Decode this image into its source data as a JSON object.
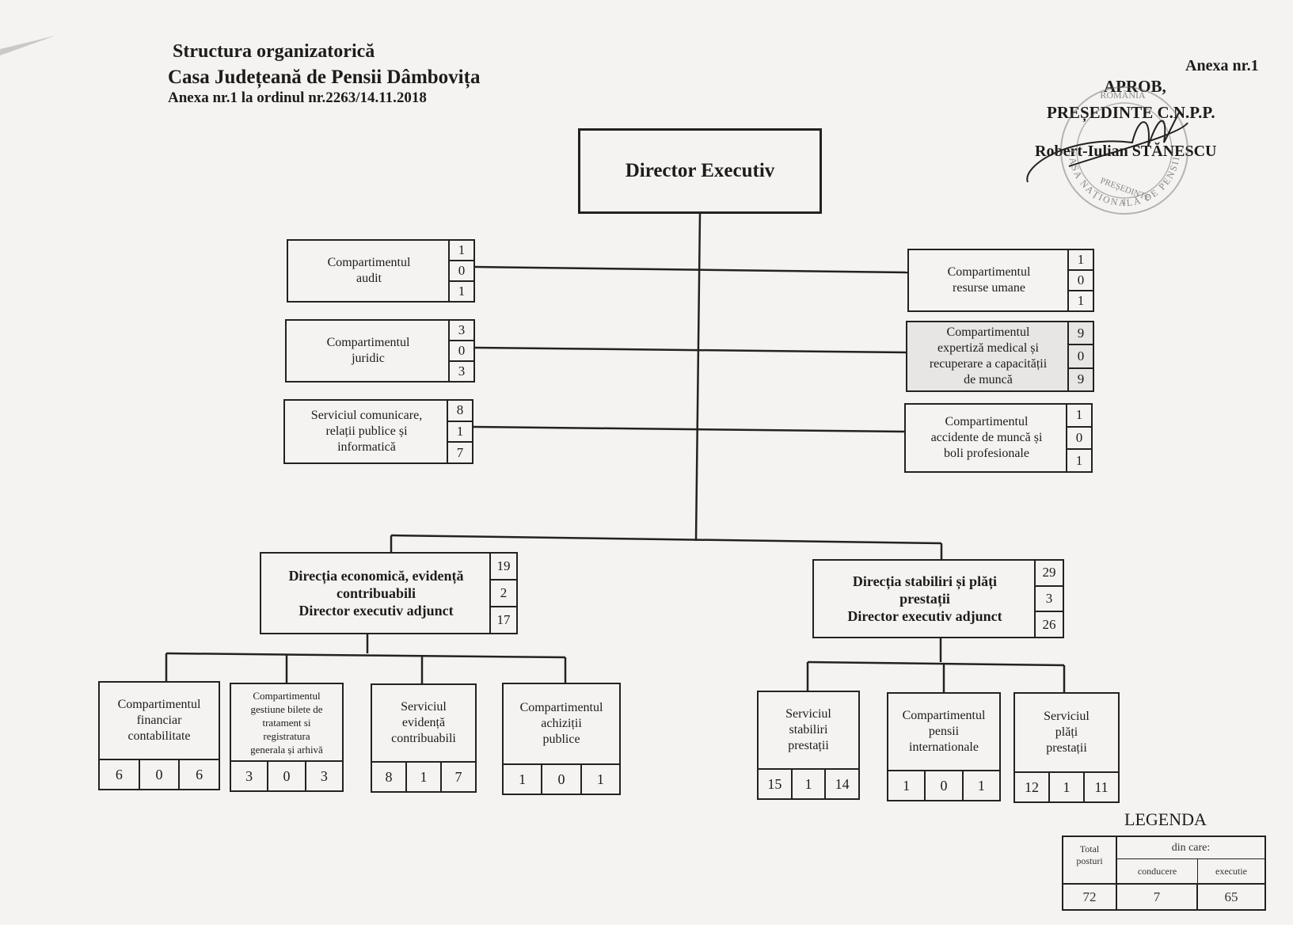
{
  "header": {
    "title": "Structura organizatorică",
    "institution": "Casa  Județeană  de Pensii Dâmbovița",
    "order": "Anexa nr.1  la ordinul nr.2263/14.11.2018"
  },
  "approval": {
    "annex": "Anexa nr.1",
    "approve": "APROB,",
    "role": "PREȘEDINTE C.N.P.P.",
    "name": "Robert-Iulian STĂNESCU"
  },
  "director": {
    "label": "Director Executiv"
  },
  "side_units": [
    {
      "label": "Compartimentul\naudit",
      "numbers": [
        "1",
        "0",
        "1"
      ]
    },
    {
      "label": "Compartimentul\njuridic",
      "numbers": [
        "3",
        "0",
        "3"
      ]
    },
    {
      "label": "Serviciul comunicare,\nrelații publice și\ninformatică",
      "numbers": [
        "8",
        "1",
        "7"
      ]
    },
    {
      "label": "Compartimentul\nresurse umane",
      "numbers": [
        "1",
        "0",
        "1"
      ]
    },
    {
      "label": "Compartimentul\nexpertiză medical și\nrecuperare a capacității\nde muncă",
      "numbers": [
        "9",
        "0",
        "9"
      ]
    },
    {
      "label": "Compartimentul\naccidente de muncă și\nboli profesionale",
      "numbers": [
        "1",
        "0",
        "1"
      ]
    }
  ],
  "directorates": [
    {
      "label": "Direcția economică, evidență\ncontribuabili\nDirector executiv adjunct",
      "numbers": [
        "19",
        "2",
        "17"
      ]
    },
    {
      "label": "Direcția stabiliri și plăți\nprestații\nDirector executiv adjunct",
      "numbers": [
        "29",
        "3",
        "26"
      ]
    }
  ],
  "sub_units": [
    {
      "label": "Compartimentul\nfinanciar\ncontabilitate",
      "numbers": [
        "6",
        "0",
        "6"
      ]
    },
    {
      "label": "Compartimentul\ngestiune bilete de\ntratament si\nregistratura\ngenerala și arhivă",
      "numbers": [
        "3",
        "0",
        "3"
      ]
    },
    {
      "label": "Serviciul\nevidență\ncontribuabili",
      "numbers": [
        "8",
        "1",
        "7"
      ]
    },
    {
      "label": "Compartimentul\nachiziții\npublice",
      "numbers": [
        "1",
        "0",
        "1"
      ]
    },
    {
      "label": "Serviciul\nstabiliri\nprestații",
      "numbers": [
        "15",
        "1",
        "14"
      ]
    },
    {
      "label": "Compartimentul\npensii\ninternationale",
      "numbers": [
        "1",
        "0",
        "1"
      ]
    },
    {
      "label": "Serviciul\nplăți\nprestații",
      "numbers": [
        "12",
        "1",
        "11"
      ]
    }
  ],
  "legend": {
    "title": "LEGENDA",
    "total_header": "Total\nposturi",
    "din_care": "din care:",
    "conducere": "conducere",
    "executie": "executie",
    "values": [
      "72",
      "7",
      "65"
    ]
  },
  "stamp": {
    "top_text": "ROMÂNIA",
    "ring_text": "CASA NAȚIONALĂ DE PENSII PUBLICE",
    "center_text": "PREȘEDINTE",
    "center_number": "1"
  }
}
